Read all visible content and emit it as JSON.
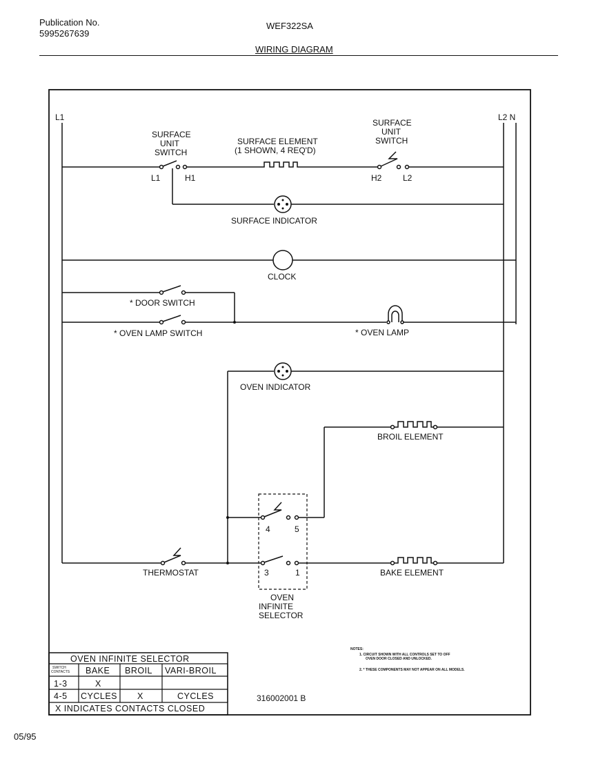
{
  "header": {
    "publication_label": "Publication No.",
    "publication_number": "5995267639",
    "model": "WEF322SA",
    "title": "WIRING DIAGRAM"
  },
  "labels": {
    "l1": "L1",
    "l2n": "L2 N",
    "surface_unit_switch_left": [
      "SURFACE",
      "UNIT",
      "SWITCH"
    ],
    "surface_unit_switch_right": [
      "SURFACE",
      "UNIT",
      "SWITCH"
    ],
    "surface_element": [
      "SURFACE ELEMENT",
      "(1 SHOWN, 4 REQ'D)"
    ],
    "terminal_l1": "L1",
    "terminal_h1": "H1",
    "terminal_h2": "H2",
    "terminal_l2": "L2",
    "surface_indicator": "SURFACE INDICATOR",
    "clock": "CLOCK",
    "door_switch": "* DOOR SWITCH",
    "oven_lamp_switch": "* OVEN LAMP SWITCH",
    "oven_lamp": "* OVEN LAMP",
    "oven_indicator": "OVEN INDICATOR",
    "broil_element": "BROIL ELEMENT",
    "bake_element": "BAKE ELEMENT",
    "thermostat": "THERMOSTAT",
    "selector_4": "4",
    "selector_5": "5",
    "selector_3": "3",
    "selector_1": "1",
    "oven_infinite_selector": [
      "OVEN",
      "INFINITE",
      "SELECTOR"
    ],
    "drawing_number": "316002001 B"
  },
  "selector_table": {
    "title": "OVEN INFINITE SELECTOR",
    "corner": [
      "SWITCH",
      "CONTACTS"
    ],
    "headers": [
      "BAKE",
      "BROIL",
      "VARI-BROIL"
    ],
    "rows": [
      {
        "contacts": "1-3",
        "cells": [
          "X",
          "",
          ""
        ]
      },
      {
        "contacts": "4-5",
        "cells": [
          "CYCLES",
          "X",
          "CYCLES"
        ]
      }
    ],
    "footer": "X INDICATES CONTACTS CLOSED"
  },
  "notes": {
    "heading": "NOTES:",
    "lines": [
      "1. CIRCUIT SHOWN WITH ALL CONTROLS SET TO OFF",
      "OVEN DOOR CLOSED AND UNLOCKED.",
      "2. * THESE COMPONENTS MAY NOT APPEAR ON ALL MODELS."
    ]
  },
  "footer": {
    "date": "05/95"
  }
}
